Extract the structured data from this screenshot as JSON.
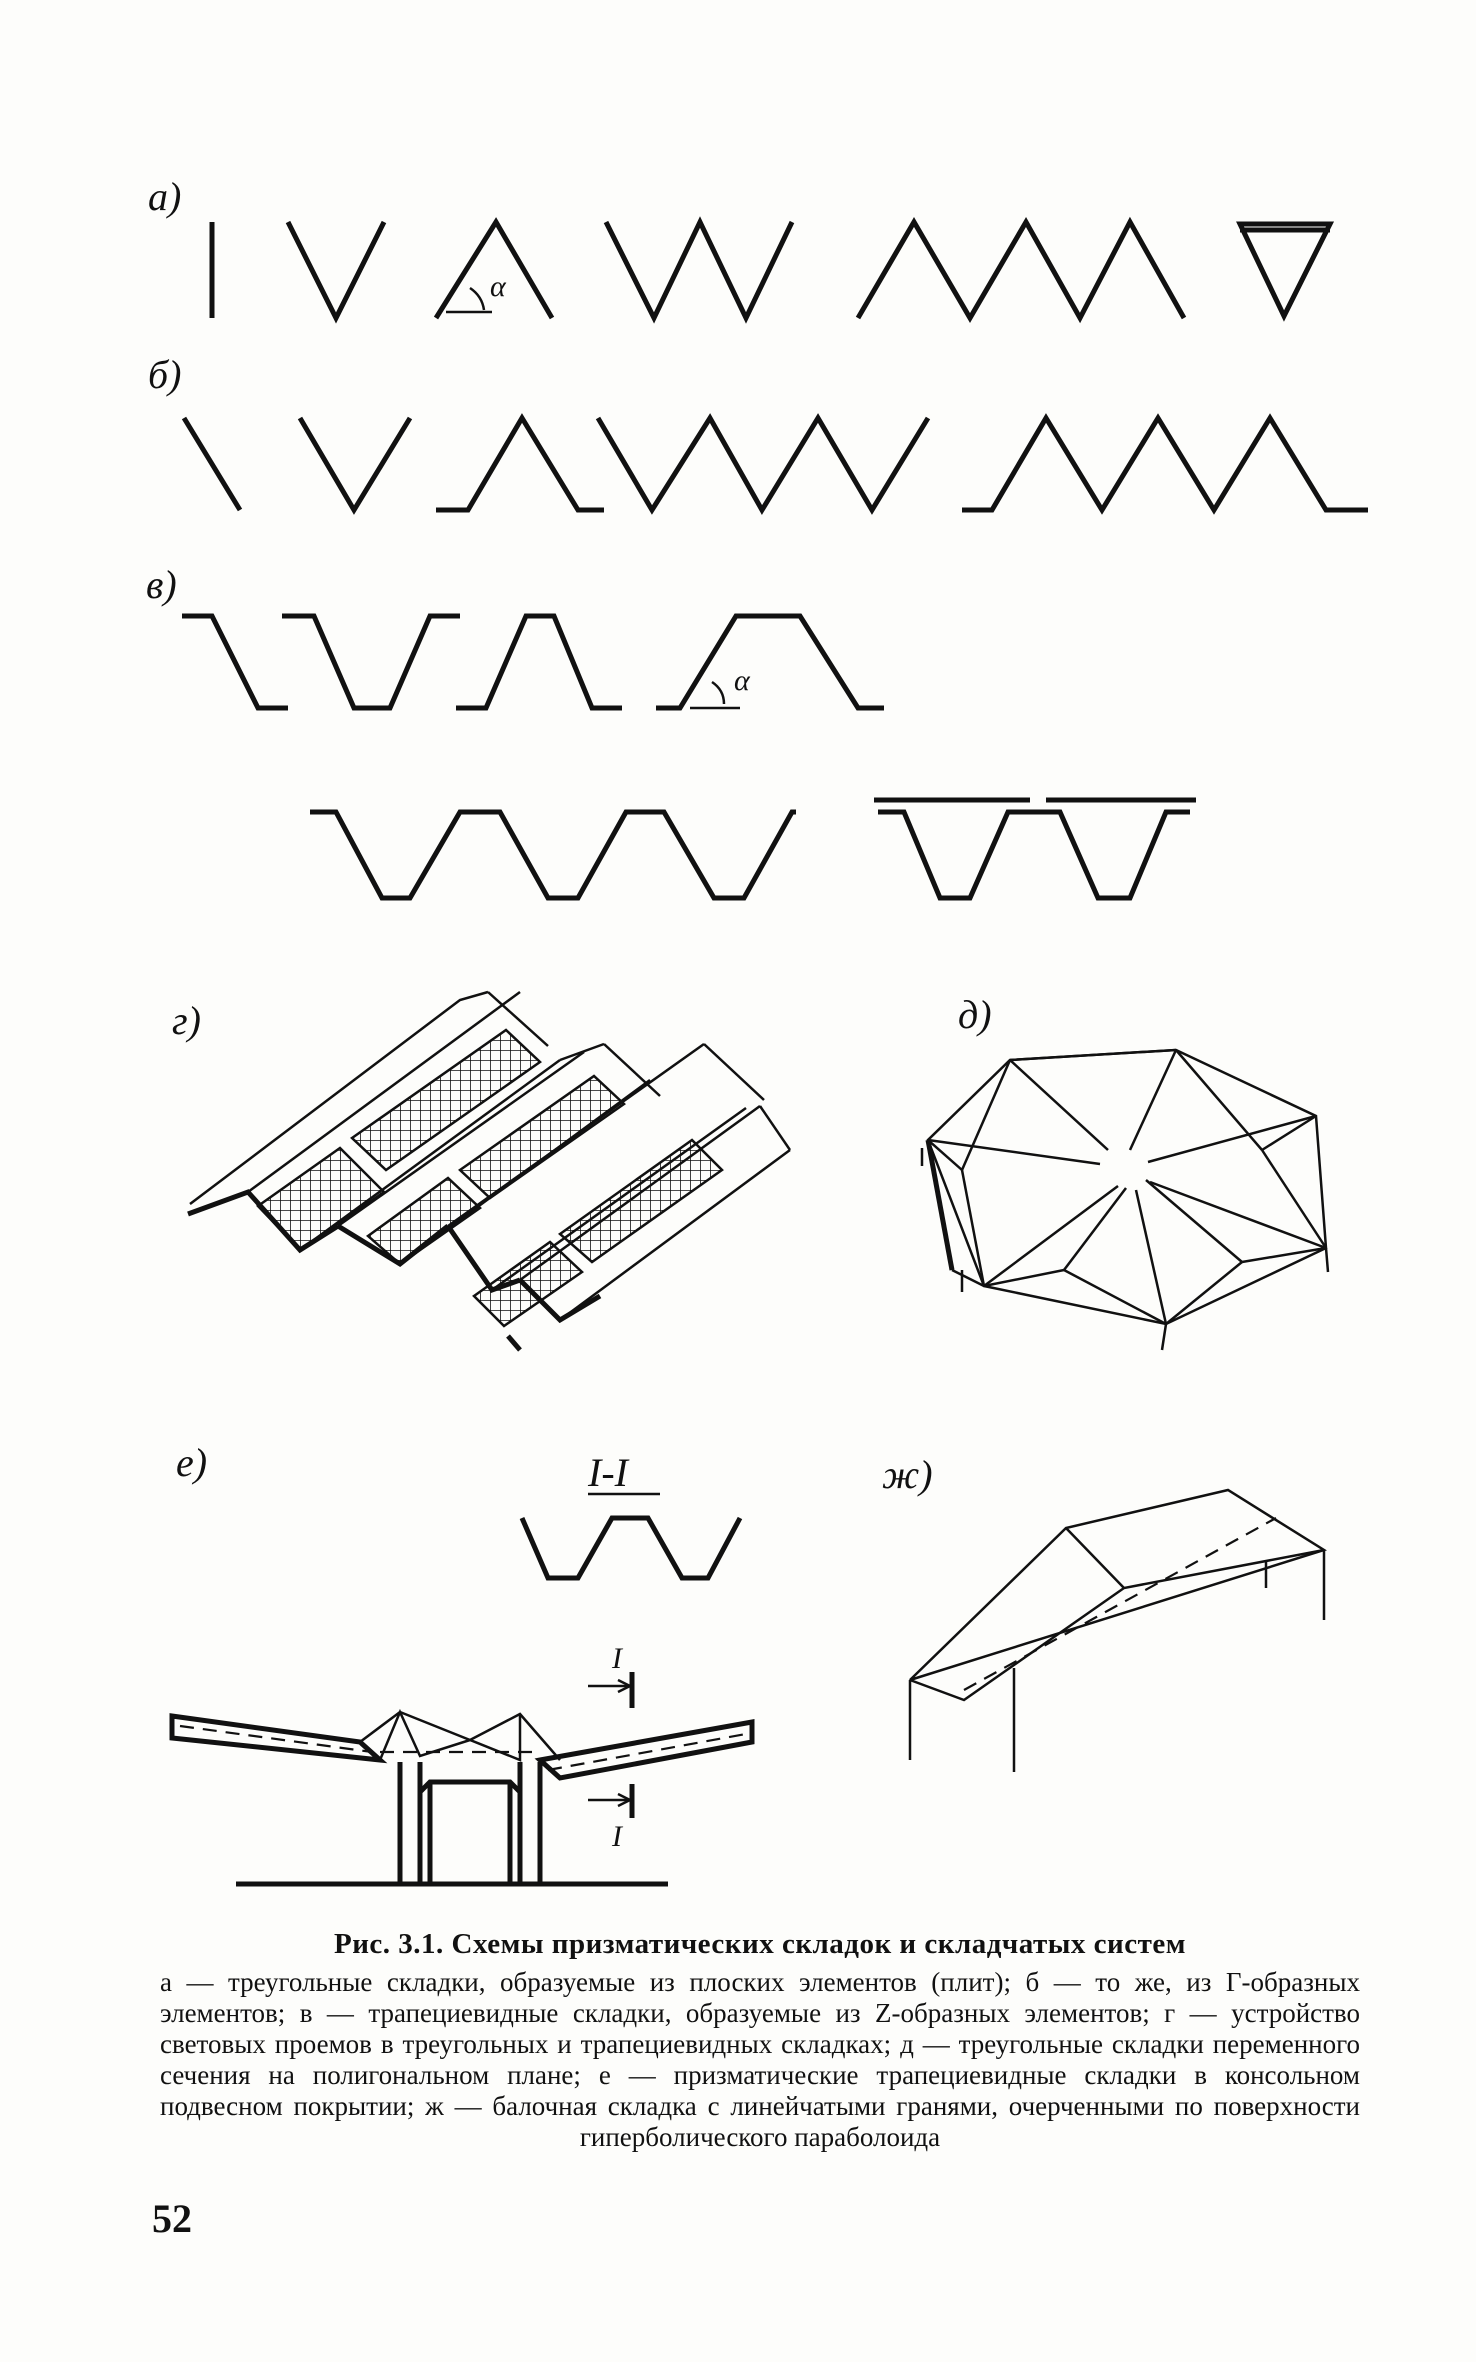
{
  "figure": {
    "labels": {
      "a": "а)",
      "b": "б)",
      "v": "в)",
      "g": "г)",
      "d": "д)",
      "e": "е)",
      "zh": "ж)",
      "alpha": "α",
      "section": "I-I",
      "section_mark": "I"
    }
  },
  "caption": {
    "title": "Рис. 3.1. Схемы призматических складок и складчатых систем",
    "body": "а — треугольные складки, образуемые из плоских элементов (плит); б — то же, из Г-образных элементов; в — трапециевидные складки, образуемые из Z-образных элементов; г — устройство световых проемов в треугольных и трапециевидных складках; д — треугольные складки переменного сечения на полигональном плане; е — призматические трапециевидные складки в консольном подвесном покрытии; ж — балочная складка с линейчатыми гранями, очерченными по поверхности гиперболического параболоида"
  },
  "page_number": "52"
}
